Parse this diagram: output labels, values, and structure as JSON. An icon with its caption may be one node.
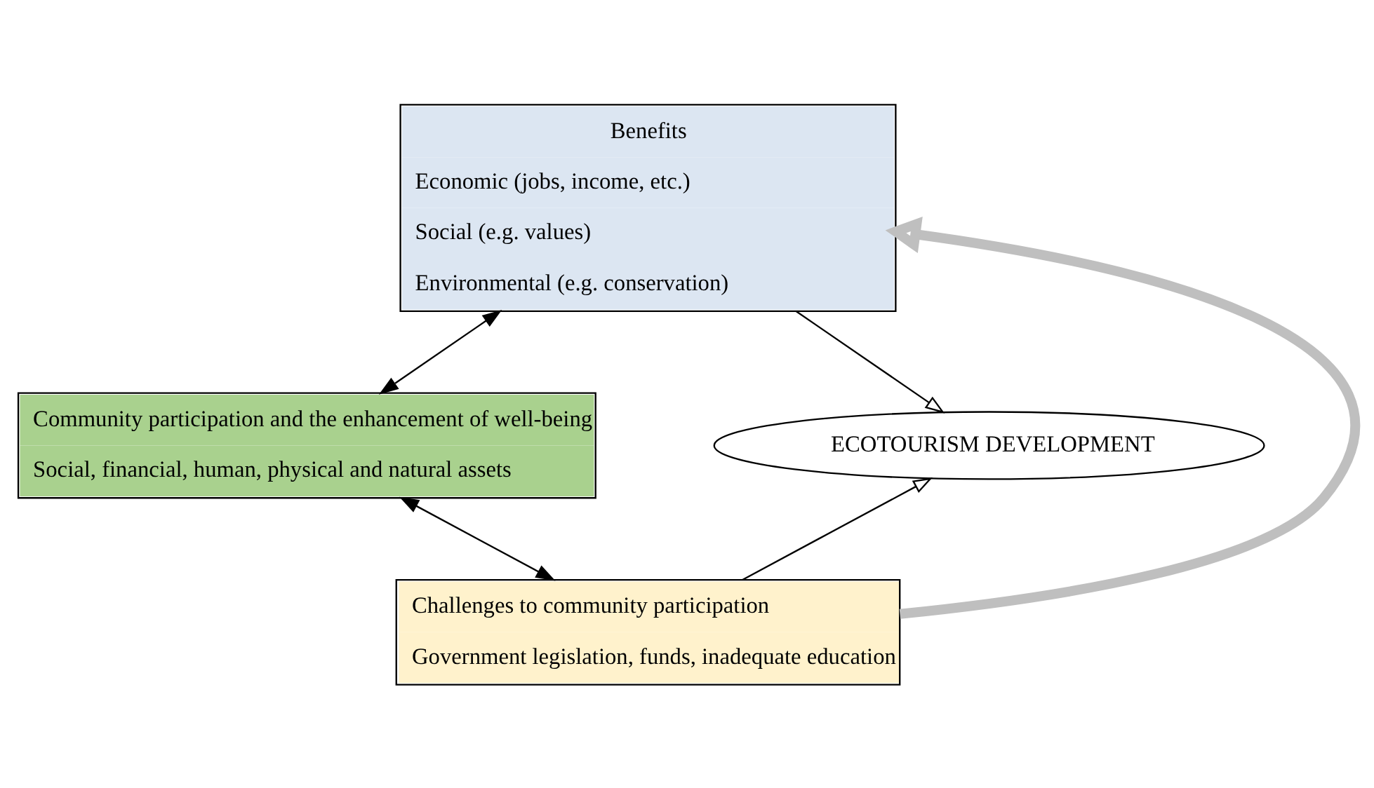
{
  "diagram": {
    "nodes": [
      {
        "text": [
          "Benefits",
          "Economic (jobs, income, etc.)",
          "Social (e.g. values)",
          "Environmental (e.g. conservation)"
        ]
      },
      {
        "text": [
          "Community participation and the enhancement of well-being",
          "Social, financial, human, physical and natural assets"
        ]
      },
      {
        "text": [
          "ECOTOURISM DEVELOPMENT"
        ]
      },
      {
        "text": [
          "Challenges to community participation",
          "Government legislation, funds, inadequate education"
        ]
      }
    ],
    "edges": [
      {
        "from": 0,
        "to": 1,
        "arrow": "both"
      },
      {
        "from": 1,
        "to": 3,
        "arrow": "both"
      },
      {
        "from": 0,
        "to": 2,
        "arrow": "to"
      },
      {
        "from": 3,
        "to": 2,
        "arrow": "to"
      },
      {
        "from": 3,
        "to": 0,
        "arrow": "to",
        "style": "thick",
        "color": "#bfbfbf"
      }
    ]
  }
}
